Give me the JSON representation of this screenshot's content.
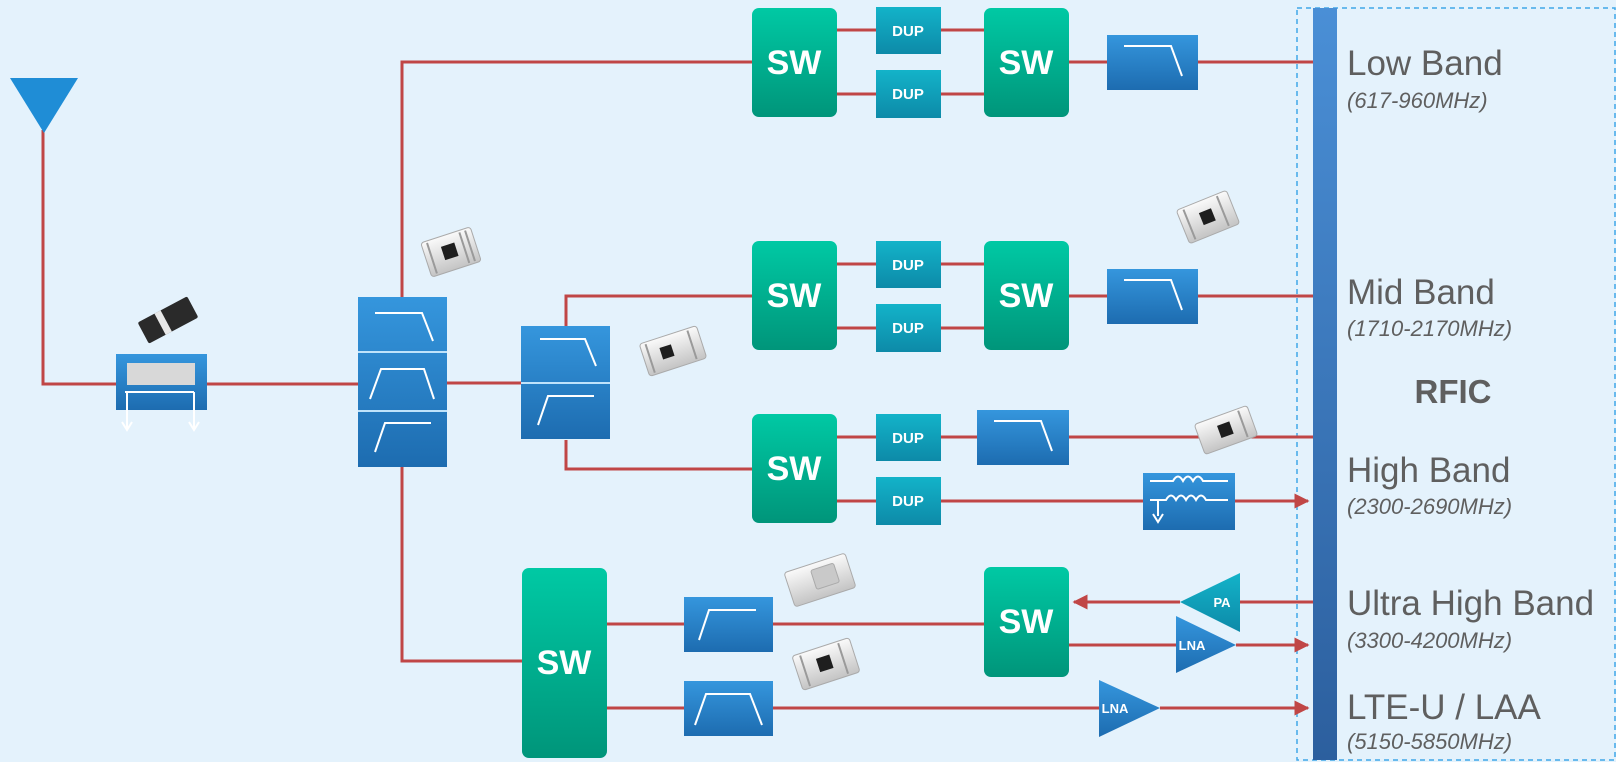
{
  "diagram": {
    "switch_label": "SW",
    "duplexer_label": "DUP",
    "pa_label": "PA",
    "lna_label": "LNA",
    "rfic_label": "RFIC",
    "bands": [
      {
        "name": "Low Band",
        "range": "(617-960MHz)"
      },
      {
        "name": "Mid Band",
        "range": "(1710-2170MHz)"
      },
      {
        "name": "High Band",
        "range": "(2300-2690MHz)"
      },
      {
        "name": "Ultra High Band",
        "range": "(3300-4200MHz)"
      },
      {
        "name": "LTE-U / LAA",
        "range": "(5150-5850MHz)"
      }
    ],
    "colors": {
      "background": "#e4f2fc",
      "wire": "#c04646",
      "switch": "#00b894",
      "filter": "#2a86cc",
      "rfic_bar": "#3a79c4",
      "text": "#5f5f5f"
    }
  }
}
